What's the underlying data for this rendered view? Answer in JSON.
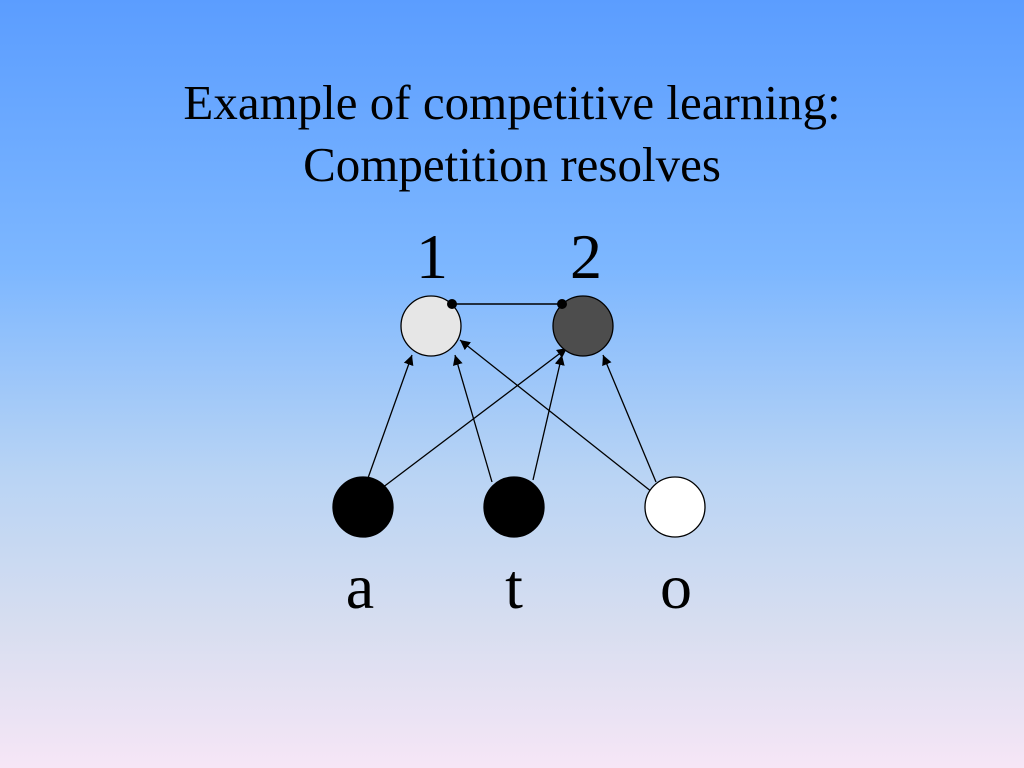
{
  "title": {
    "line1": "Example of competitive learning:",
    "line2": "Competition resolves"
  },
  "diagram": {
    "output_units": [
      {
        "label": "1",
        "fill": "#e6e6e6"
      },
      {
        "label": "2",
        "fill": "#4d4d4d"
      }
    ],
    "input_units": [
      {
        "label": "a",
        "fill": "#000000"
      },
      {
        "label": "t",
        "fill": "#000000"
      },
      {
        "label": "o",
        "fill": "#ffffff"
      }
    ],
    "connections": [
      {
        "from": "a",
        "to": "1"
      },
      {
        "from": "a",
        "to": "2"
      },
      {
        "from": "t",
        "to": "1"
      },
      {
        "from": "t",
        "to": "2"
      },
      {
        "from": "o",
        "to": "1"
      },
      {
        "from": "o",
        "to": "2"
      }
    ],
    "inhibitory_link": {
      "between": [
        "1",
        "2"
      ]
    }
  }
}
